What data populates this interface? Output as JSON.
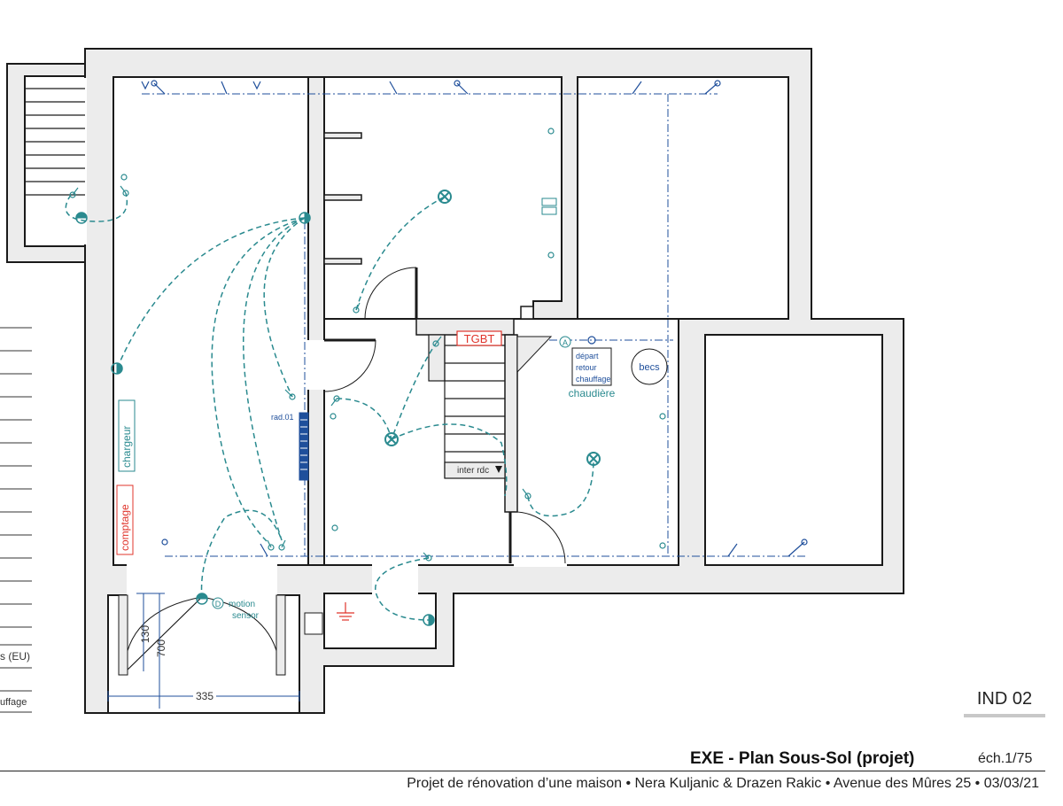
{
  "labels": {
    "tgbt": "TGBT",
    "depart": "départ",
    "retour": "retour",
    "chauffage": "chauffage",
    "becs": "becs",
    "chaudiere": "chaudière",
    "chargeur": "chargeur",
    "comptage": "comptage",
    "rad01": "rad.01",
    "inter_rdc": "inter rdc",
    "motion": "motion",
    "sensor": "sensor",
    "marker_a": "A",
    "marker_d": "D",
    "dim_130": "130",
    "dim_700": "700",
    "dim_335": "335"
  },
  "legend_fragments": {
    "eu": "s (EU)",
    "chauffage": "uffage"
  },
  "revision": "IND 02",
  "title_block": {
    "title": "EXE - Plan Sous-Sol (projet)",
    "scale": "éch.1/75",
    "subtitle": "Projet de rénovation d’une maison  •  Nera Kuljanic & Drazen Rakic  •  Avenue des Mûres 25  •  03/03/21"
  },
  "colors": {
    "wall_fill": "#ececec",
    "wall_stroke": "#1a1a1a",
    "circuit": "#2a8a8f",
    "network": "#1f4f9b",
    "alert": "#e0342b"
  }
}
